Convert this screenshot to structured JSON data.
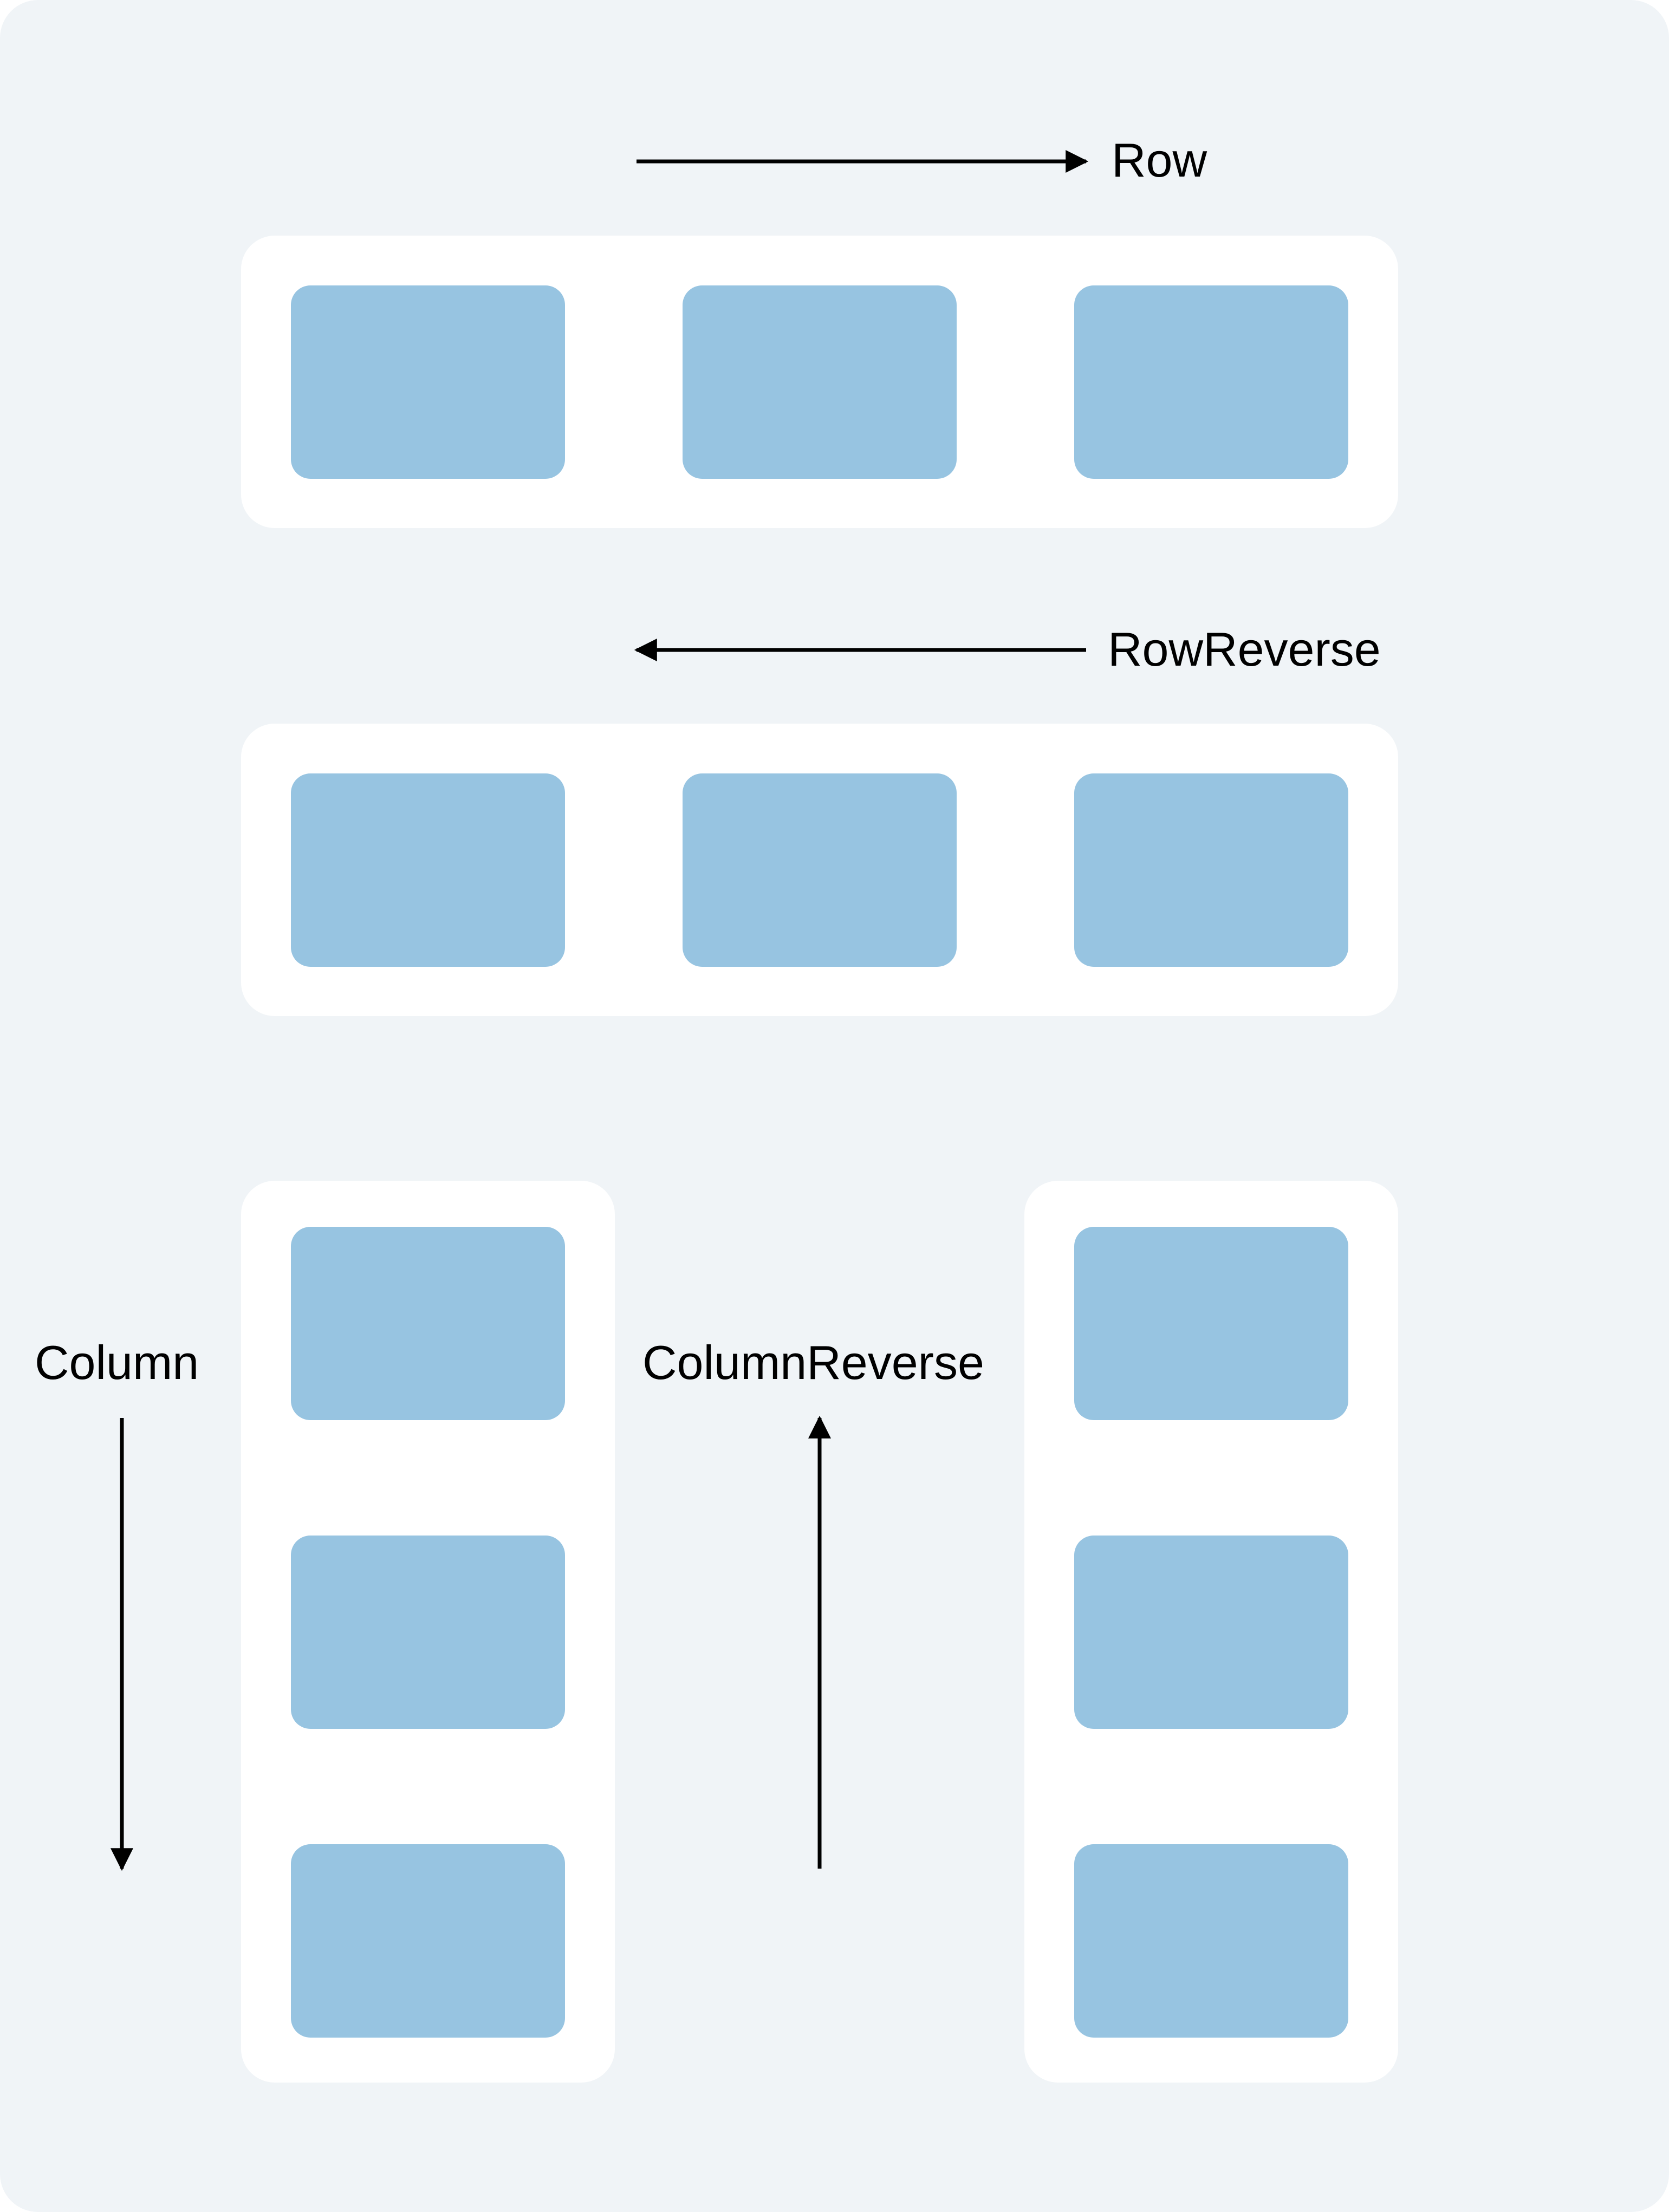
{
  "labels": {
    "row": "Row",
    "row_reverse": "RowReverse",
    "column": "Column",
    "column_reverse": "ColumnReverse"
  },
  "colors": {
    "background": "#f0f4f7",
    "container": "#ffffff",
    "item": "#97c4e1",
    "arrow": "#000000"
  }
}
